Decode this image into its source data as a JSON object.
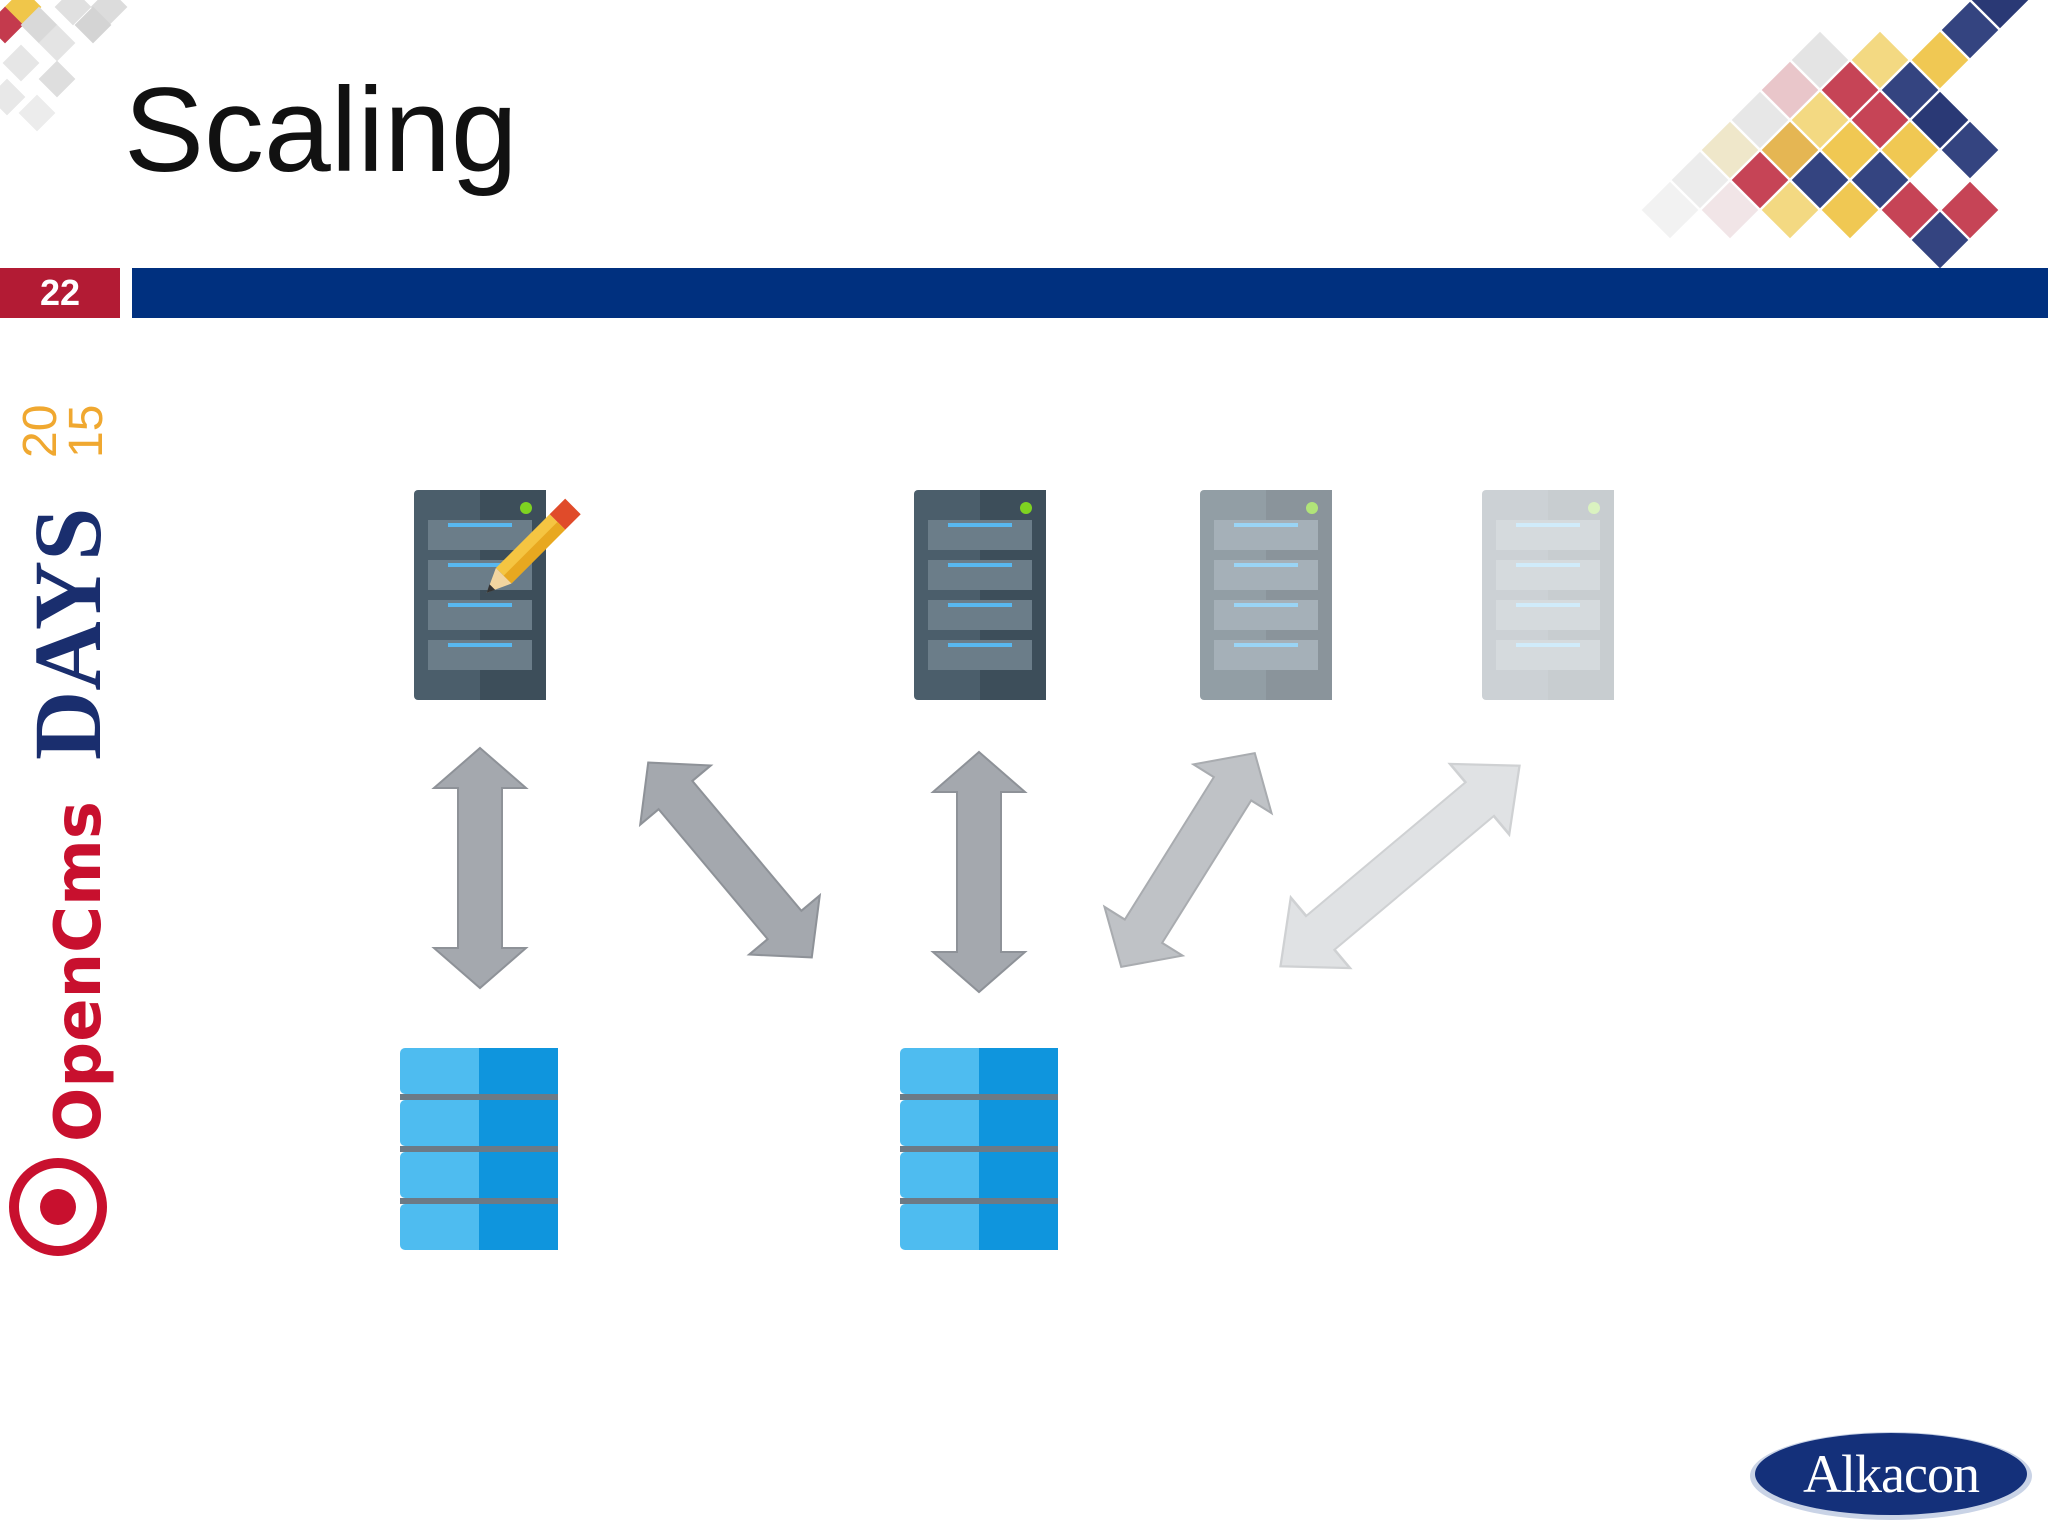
{
  "slide": {
    "title": "Scaling",
    "page_number": "22"
  },
  "branding": {
    "event_logo_brand": "OpenCms",
    "event_logo_word": "DAYS",
    "event_logo_year_top": "20",
    "event_logo_year_bottom": "15",
    "company_logo": "Alkacon"
  },
  "icons": {
    "master_server": "server-with-pencil-icon",
    "server": "server-icon",
    "database": "database-icon",
    "connection": "double-arrow-icon"
  },
  "colors": {
    "header_bar": "#00307f",
    "page_badge": "#b31b34",
    "logo_red": "#c8102e",
    "logo_navy": "#1a2e6e",
    "logo_orange": "#f0a830",
    "server_dark": "#4b5e6b",
    "database_blue": "#149ae0",
    "arrow_gray": "#a4a8ae",
    "alkacon_blue": "#14307a"
  }
}
